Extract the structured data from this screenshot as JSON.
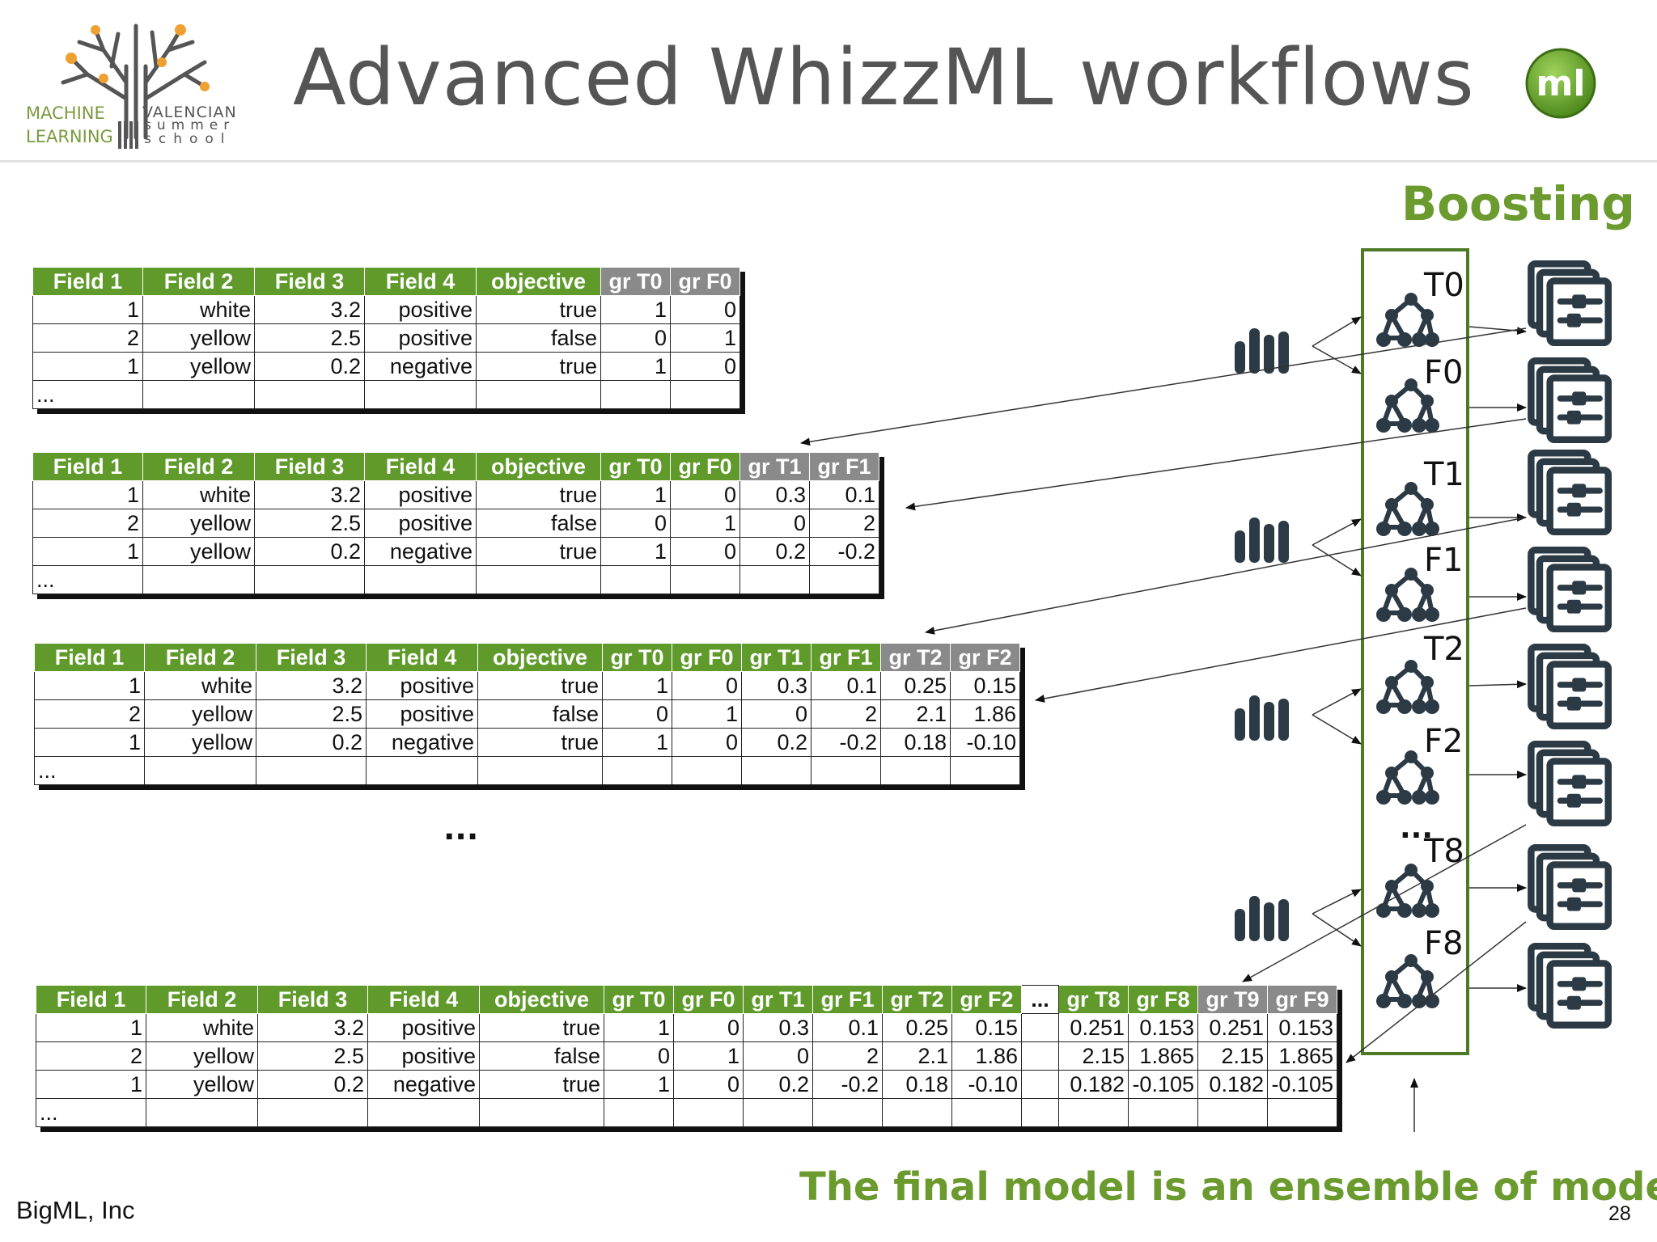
{
  "header": {
    "title": "Advanced WhizzML workflows",
    "logo_text": {
      "left_line1": "MACHINE",
      "left_line2": "LEARNING",
      "right_line1": "VALENCIAN",
      "right_line2": "summer",
      "right_line3": "school"
    },
    "brand_mark": "ml"
  },
  "section_label": "Boosting",
  "middle_ellipsis": "...",
  "tables": [
    {
      "headers": [
        {
          "text": "Field 1",
          "style": "green"
        },
        {
          "text": "Field 2",
          "style": "green"
        },
        {
          "text": "Field 3",
          "style": "green"
        },
        {
          "text": "Field 4",
          "style": "green"
        },
        {
          "text": "objective",
          "style": "green"
        },
        {
          "text": "gr T0",
          "style": "gray"
        },
        {
          "text": "gr F0",
          "style": "gray"
        }
      ],
      "rows": [
        [
          "1",
          "white",
          "3.2",
          "positive",
          "true",
          "1",
          "0"
        ],
        [
          "2",
          "yellow",
          "2.5",
          "positive",
          "false",
          "0",
          "1"
        ],
        [
          "1",
          "yellow",
          "0.2",
          "negative",
          "true",
          "1",
          "0"
        ],
        [
          "...",
          "",
          "",
          "",
          "",
          "",
          ""
        ]
      ]
    },
    {
      "headers": [
        {
          "text": "Field 1",
          "style": "green"
        },
        {
          "text": "Field 2",
          "style": "green"
        },
        {
          "text": "Field 3",
          "style": "green"
        },
        {
          "text": "Field 4",
          "style": "green"
        },
        {
          "text": "objective",
          "style": "green"
        },
        {
          "text": "gr T0",
          "style": "green"
        },
        {
          "text": "gr F0",
          "style": "green"
        },
        {
          "text": "gr T1",
          "style": "gray"
        },
        {
          "text": "gr F1",
          "style": "gray"
        }
      ],
      "rows": [
        [
          "1",
          "white",
          "3.2",
          "positive",
          "true",
          "1",
          "0",
          "0.3",
          "0.1"
        ],
        [
          "2",
          "yellow",
          "2.5",
          "positive",
          "false",
          "0",
          "1",
          "0",
          "2"
        ],
        [
          "1",
          "yellow",
          "0.2",
          "negative",
          "true",
          "1",
          "0",
          "0.2",
          "-0.2"
        ],
        [
          "...",
          "",
          "",
          "",
          "",
          "",
          "",
          "",
          ""
        ]
      ]
    },
    {
      "headers": [
        {
          "text": "Field 1",
          "style": "green"
        },
        {
          "text": "Field 2",
          "style": "green"
        },
        {
          "text": "Field 3",
          "style": "green"
        },
        {
          "text": "Field 4",
          "style": "green"
        },
        {
          "text": "objective",
          "style": "green"
        },
        {
          "text": "gr T0",
          "style": "green"
        },
        {
          "text": "gr F0",
          "style": "green"
        },
        {
          "text": "gr T1",
          "style": "green"
        },
        {
          "text": "gr F1",
          "style": "green"
        },
        {
          "text": "gr T2",
          "style": "gray"
        },
        {
          "text": "gr F2",
          "style": "gray"
        }
      ],
      "rows": [
        [
          "1",
          "white",
          "3.2",
          "positive",
          "true",
          "1",
          "0",
          "0.3",
          "0.1",
          "0.25",
          "0.15"
        ],
        [
          "2",
          "yellow",
          "2.5",
          "positive",
          "false",
          "0",
          "1",
          "0",
          "2",
          "2.1",
          "1.86"
        ],
        [
          "1",
          "yellow",
          "0.2",
          "negative",
          "true",
          "1",
          "0",
          "0.2",
          "-0.2",
          "0.18",
          "-0.10"
        ],
        [
          "...",
          "",
          "",
          "",
          "",
          "",
          "",
          "",
          "",
          "",
          ""
        ]
      ]
    },
    {
      "headers": [
        {
          "text": "Field 1",
          "style": "green"
        },
        {
          "text": "Field 2",
          "style": "green"
        },
        {
          "text": "Field 3",
          "style": "green"
        },
        {
          "text": "Field 4",
          "style": "green"
        },
        {
          "text": "objective",
          "style": "green"
        },
        {
          "text": "gr T0",
          "style": "green"
        },
        {
          "text": "gr F0",
          "style": "green"
        },
        {
          "text": "gr T1",
          "style": "green"
        },
        {
          "text": "gr F1",
          "style": "green"
        },
        {
          "text": "gr T2",
          "style": "green"
        },
        {
          "text": "gr F2",
          "style": "green"
        },
        {
          "text": "...",
          "style": "white"
        },
        {
          "text": "gr T8",
          "style": "green"
        },
        {
          "text": "gr F8",
          "style": "green"
        },
        {
          "text": "gr T9",
          "style": "gray"
        },
        {
          "text": "gr F9",
          "style": "gray"
        }
      ],
      "rows": [
        [
          "1",
          "white",
          "3.2",
          "positive",
          "true",
          "1",
          "0",
          "0.3",
          "0.1",
          "0.25",
          "0.15",
          "",
          "0.251",
          "0.153",
          "0.251",
          "0.153"
        ],
        [
          "2",
          "yellow",
          "2.5",
          "positive",
          "false",
          "0",
          "1",
          "0",
          "2",
          "2.1",
          "1.86",
          "",
          "2.15",
          "1.865",
          "2.15",
          "1.865"
        ],
        [
          "1",
          "yellow",
          "0.2",
          "negative",
          "true",
          "1",
          "0",
          "0.2",
          "-0.2",
          "0.18",
          "-0.10",
          "",
          "0.182",
          "-0.105",
          "0.182",
          "-0.105"
        ],
        [
          "...",
          "",
          "",
          "",
          "",
          "",
          "",
          "",
          "",
          "",
          "",
          "",
          "",
          "",
          "",
          ""
        ]
      ]
    }
  ],
  "models": [
    "T0",
    "F0",
    "T1",
    "F1",
    "T2",
    "F2",
    "T8",
    "F8"
  ],
  "panel_ellipsis": "...",
  "footer": {
    "note": "The final model is an ensemble of models",
    "company": "BigML, Inc",
    "page_number": "28"
  },
  "colors": {
    "green": "#5f9a2a",
    "gray_header": "#8a8a8a",
    "accent_text": "#6b9a2f",
    "icon_dark": "#2b3a44",
    "title_gray": "#555555"
  }
}
